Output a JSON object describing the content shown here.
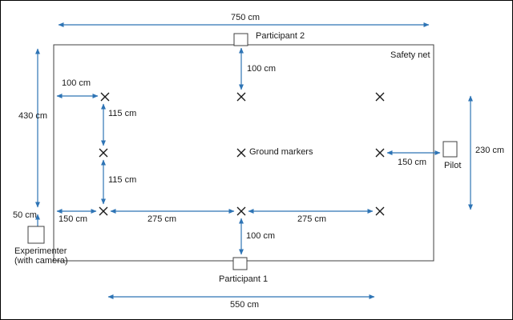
{
  "title": "Experimental room layout diagram",
  "labels": {
    "dim_750": "750 cm",
    "participant2": "Participant 2",
    "safety_net": "Safety net",
    "dist_p2_100": "100 cm",
    "dist_left_100": "100 cm",
    "dim_430": "430 cm",
    "dist_115_top": "115 cm",
    "ground_markers": "Ground markers",
    "dist_115_bottom": "115 cm",
    "dist_pilot_150": "150 cm",
    "pilot": "Pilot",
    "dim_230": "230 cm",
    "dim_50": "50 cm",
    "dist_left_150": "150 cm",
    "dist_275_left": "275 cm",
    "dist_275_right": "275 cm",
    "dist_p1_100": "100 cm",
    "experimenter_line1": "Experimenter",
    "experimenter_line2": "(with camera)",
    "participant1": "Participant 1",
    "dim_550": "550 cm"
  },
  "colors": {
    "arrow": "#2E74B5",
    "outline": "#404040",
    "background": "#FFFFFF"
  }
}
